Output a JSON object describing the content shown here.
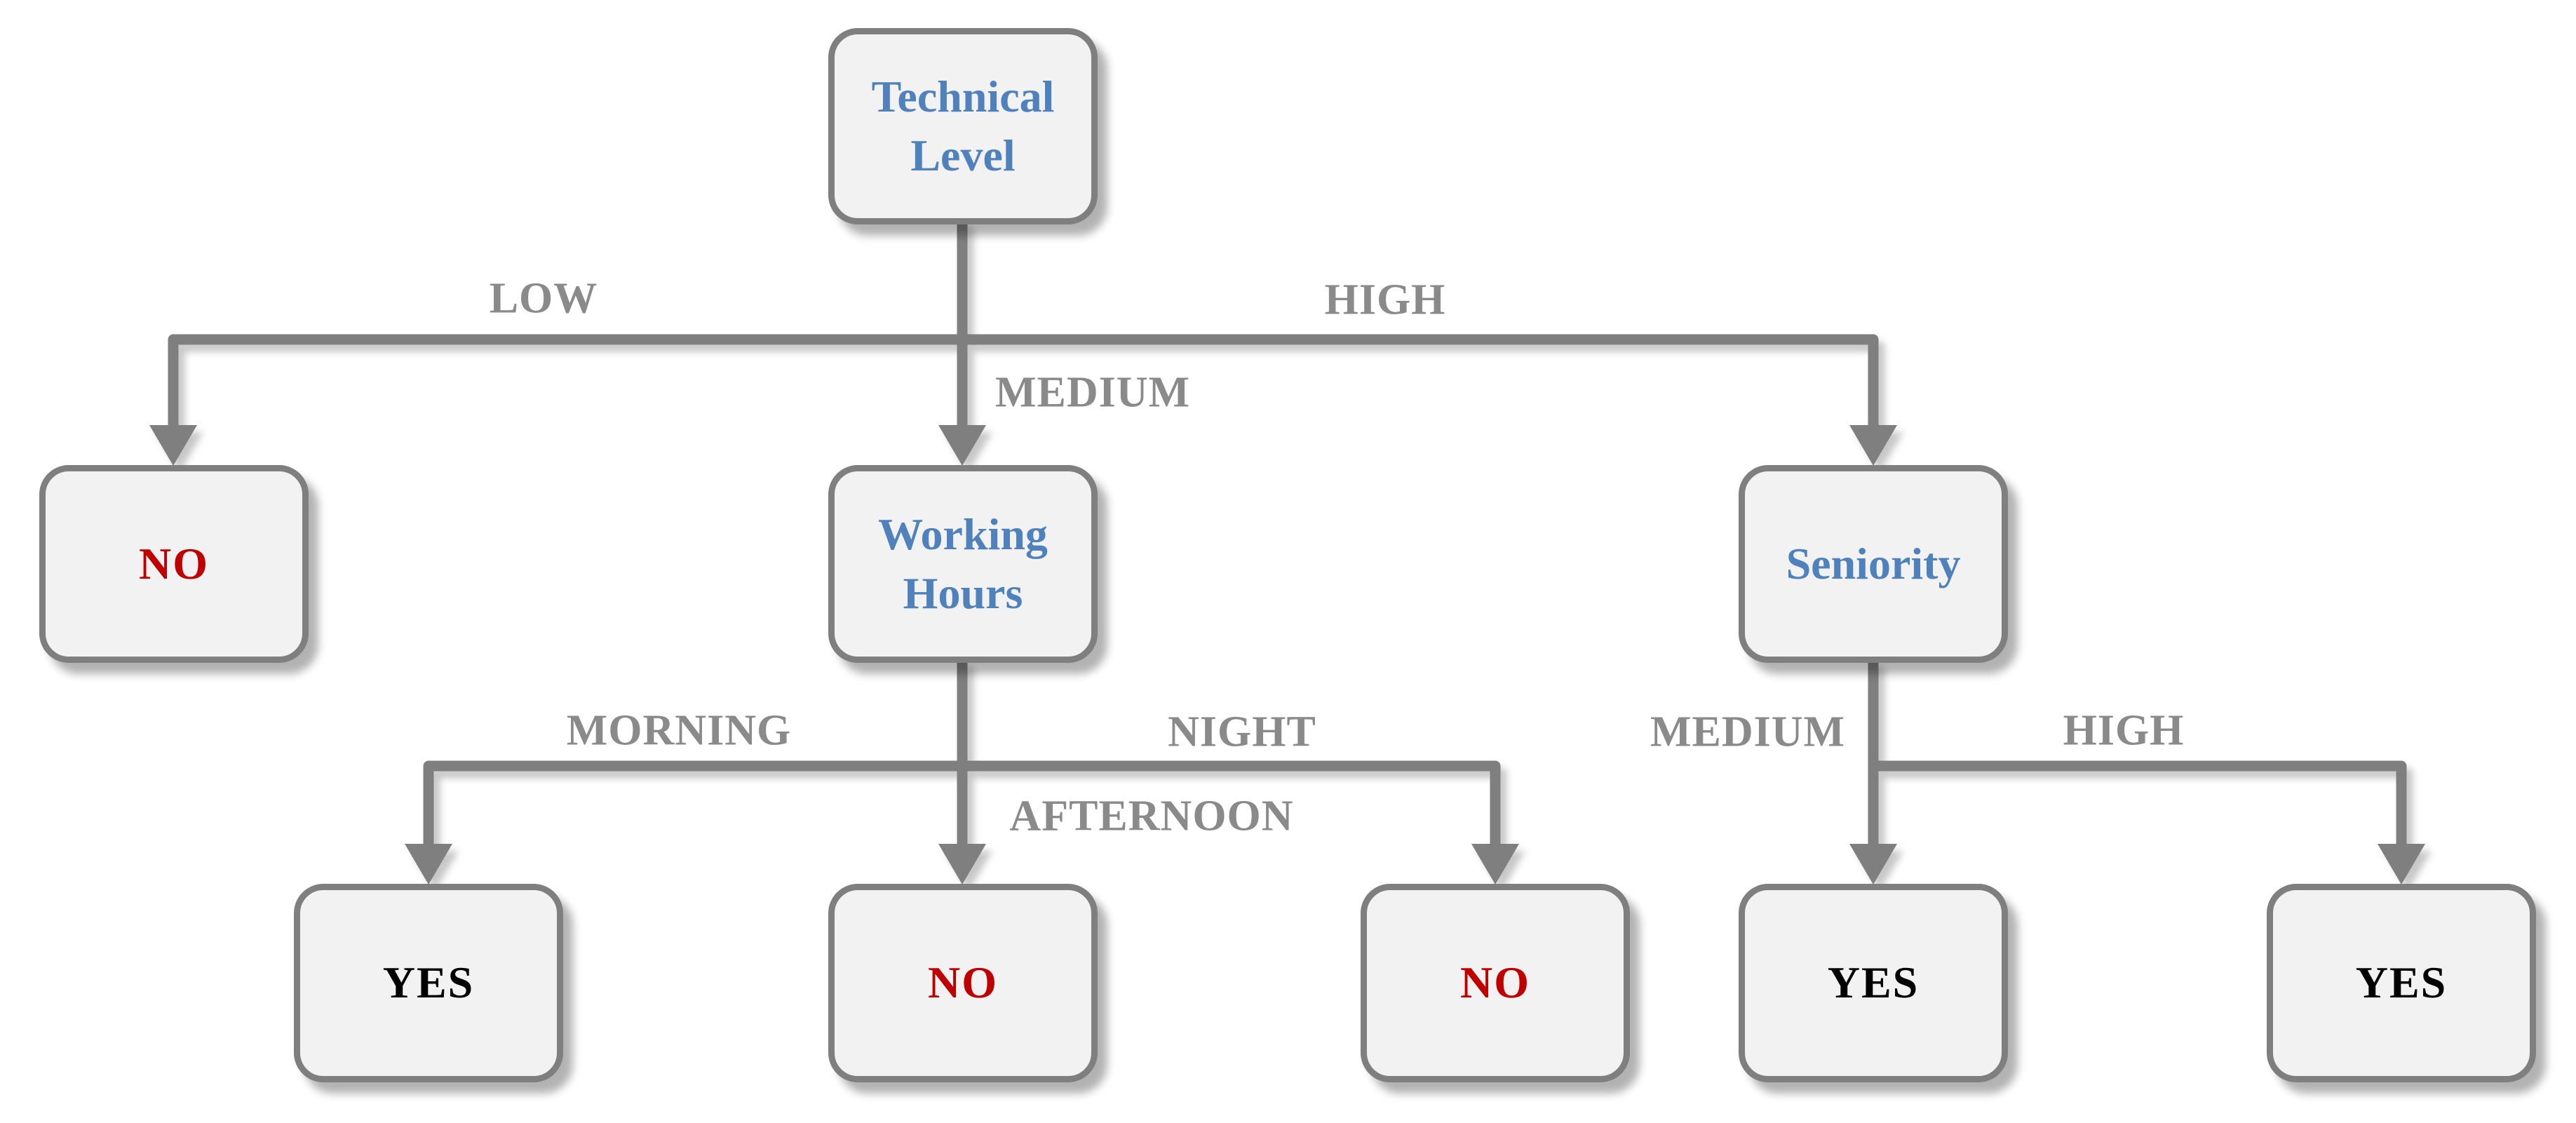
{
  "diagram": {
    "type": "decision-tree",
    "nodes": [
      {
        "id": "technical-level",
        "label": "Technical Level",
        "role": "decision",
        "text_color": "#4f81bd"
      },
      {
        "id": "no-low",
        "label": "NO",
        "role": "outcome",
        "text_color": "#c00000"
      },
      {
        "id": "working-hours",
        "label": "Working Hours",
        "role": "decision",
        "text_color": "#4f81bd"
      },
      {
        "id": "seniority",
        "label": "Seniority",
        "role": "decision",
        "text_color": "#4f81bd"
      },
      {
        "id": "yes-morning",
        "label": "YES",
        "role": "outcome",
        "text_color": "#000000"
      },
      {
        "id": "no-afternoon",
        "label": "NO",
        "role": "outcome",
        "text_color": "#c00000"
      },
      {
        "id": "no-night",
        "label": "NO",
        "role": "outcome",
        "text_color": "#c00000"
      },
      {
        "id": "yes-medium",
        "label": "YES",
        "role": "outcome",
        "text_color": "#000000"
      },
      {
        "id": "yes-high",
        "label": "YES",
        "role": "outcome",
        "text_color": "#000000"
      }
    ],
    "edges": [
      {
        "from": "technical-level",
        "to": "no-low",
        "label": "LOW"
      },
      {
        "from": "technical-level",
        "to": "working-hours",
        "label": "MEDIUM"
      },
      {
        "from": "technical-level",
        "to": "seniority",
        "label": "HIGH"
      },
      {
        "from": "working-hours",
        "to": "yes-morning",
        "label": "MORNING"
      },
      {
        "from": "working-hours",
        "to": "no-afternoon",
        "label": "AFTERNOON"
      },
      {
        "from": "working-hours",
        "to": "no-night",
        "label": "NIGHT"
      },
      {
        "from": "seniority",
        "to": "yes-medium",
        "label": "MEDIUM"
      },
      {
        "from": "seniority",
        "to": "yes-high",
        "label": "HIGH"
      }
    ],
    "colors": {
      "background": "#ffffff",
      "node_fill": "#f2f2f2",
      "node_border": "#7f7f7f",
      "connector": "#7f7f7f",
      "edge_label_text": "#8a8a8a",
      "decision_text": "#4f81bd",
      "no_text": "#c00000",
      "yes_text": "#000000"
    }
  }
}
